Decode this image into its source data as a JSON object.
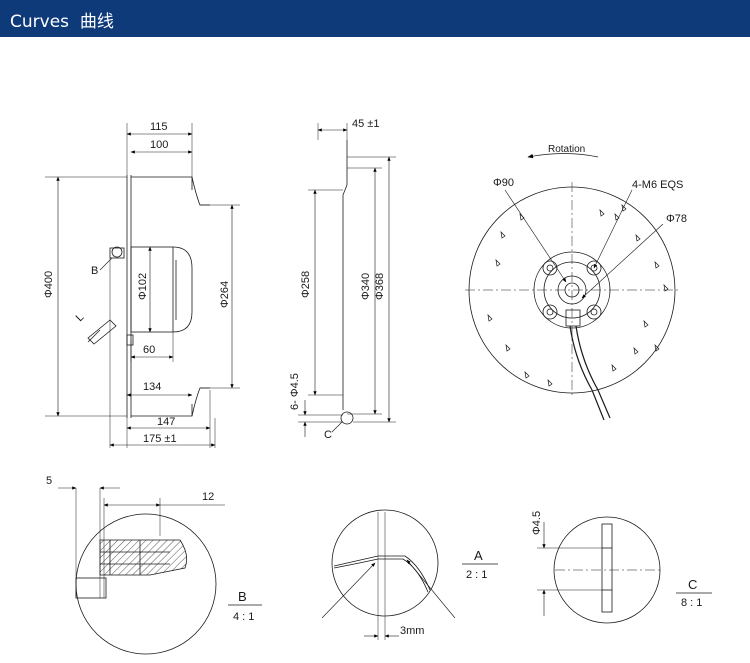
{
  "header": {
    "title": "Curves",
    "title_cn": "曲线",
    "bg_color": "#0e3a7a"
  },
  "side_view": {
    "dim_115": "115",
    "dim_100": "100",
    "dim_400": "Φ400",
    "dim_102": "Φ102",
    "dim_264": "Φ264",
    "dim_60": "60",
    "dim_134": "134",
    "dim_147": "147",
    "dim_175": "175 ±1",
    "label_b": "B",
    "label_l": "L"
  },
  "section_view": {
    "dim_45": "45 ±1",
    "dim_258": "Φ258",
    "dim_340": "Φ340",
    "dim_368": "Φ368",
    "dim_holes": "6- Φ4.5",
    "label_c": "C"
  },
  "front_view": {
    "rotation": "Rotation",
    "dim_90": "Φ90",
    "dim_m6": "4-M6 EQS",
    "dim_78": "Φ78"
  },
  "detail_b": {
    "dim_5": "5",
    "dim_12": "12",
    "label": "B",
    "scale": "4 : 1"
  },
  "detail_a": {
    "dim_3mm": "3mm",
    "label": "A",
    "scale": "2 : 1"
  },
  "detail_c": {
    "dim_45": "Φ4.5",
    "label": "C",
    "scale": "8 : 1"
  }
}
